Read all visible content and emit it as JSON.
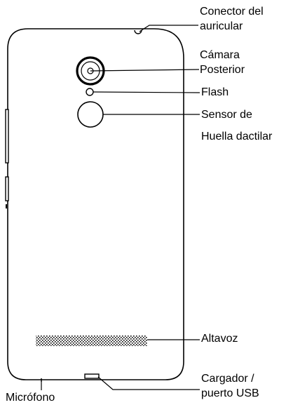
{
  "labels": {
    "headphone_jack": {
      "line1": "Conector del",
      "line2": "auricular"
    },
    "rear_camera": {
      "line1": "Cámara",
      "line2": "Posterior"
    },
    "flash": "Flash",
    "fingerprint_sensor": {
      "line1": "Sensor de",
      "line2": "Huella dactilar"
    },
    "speaker": "Altavoz",
    "charger_port": {
      "line1": "Cargador /",
      "line2": "puerto USB"
    },
    "microphone": "Micrófono"
  },
  "colors": {
    "line": "#000000",
    "background": "#ffffff"
  }
}
